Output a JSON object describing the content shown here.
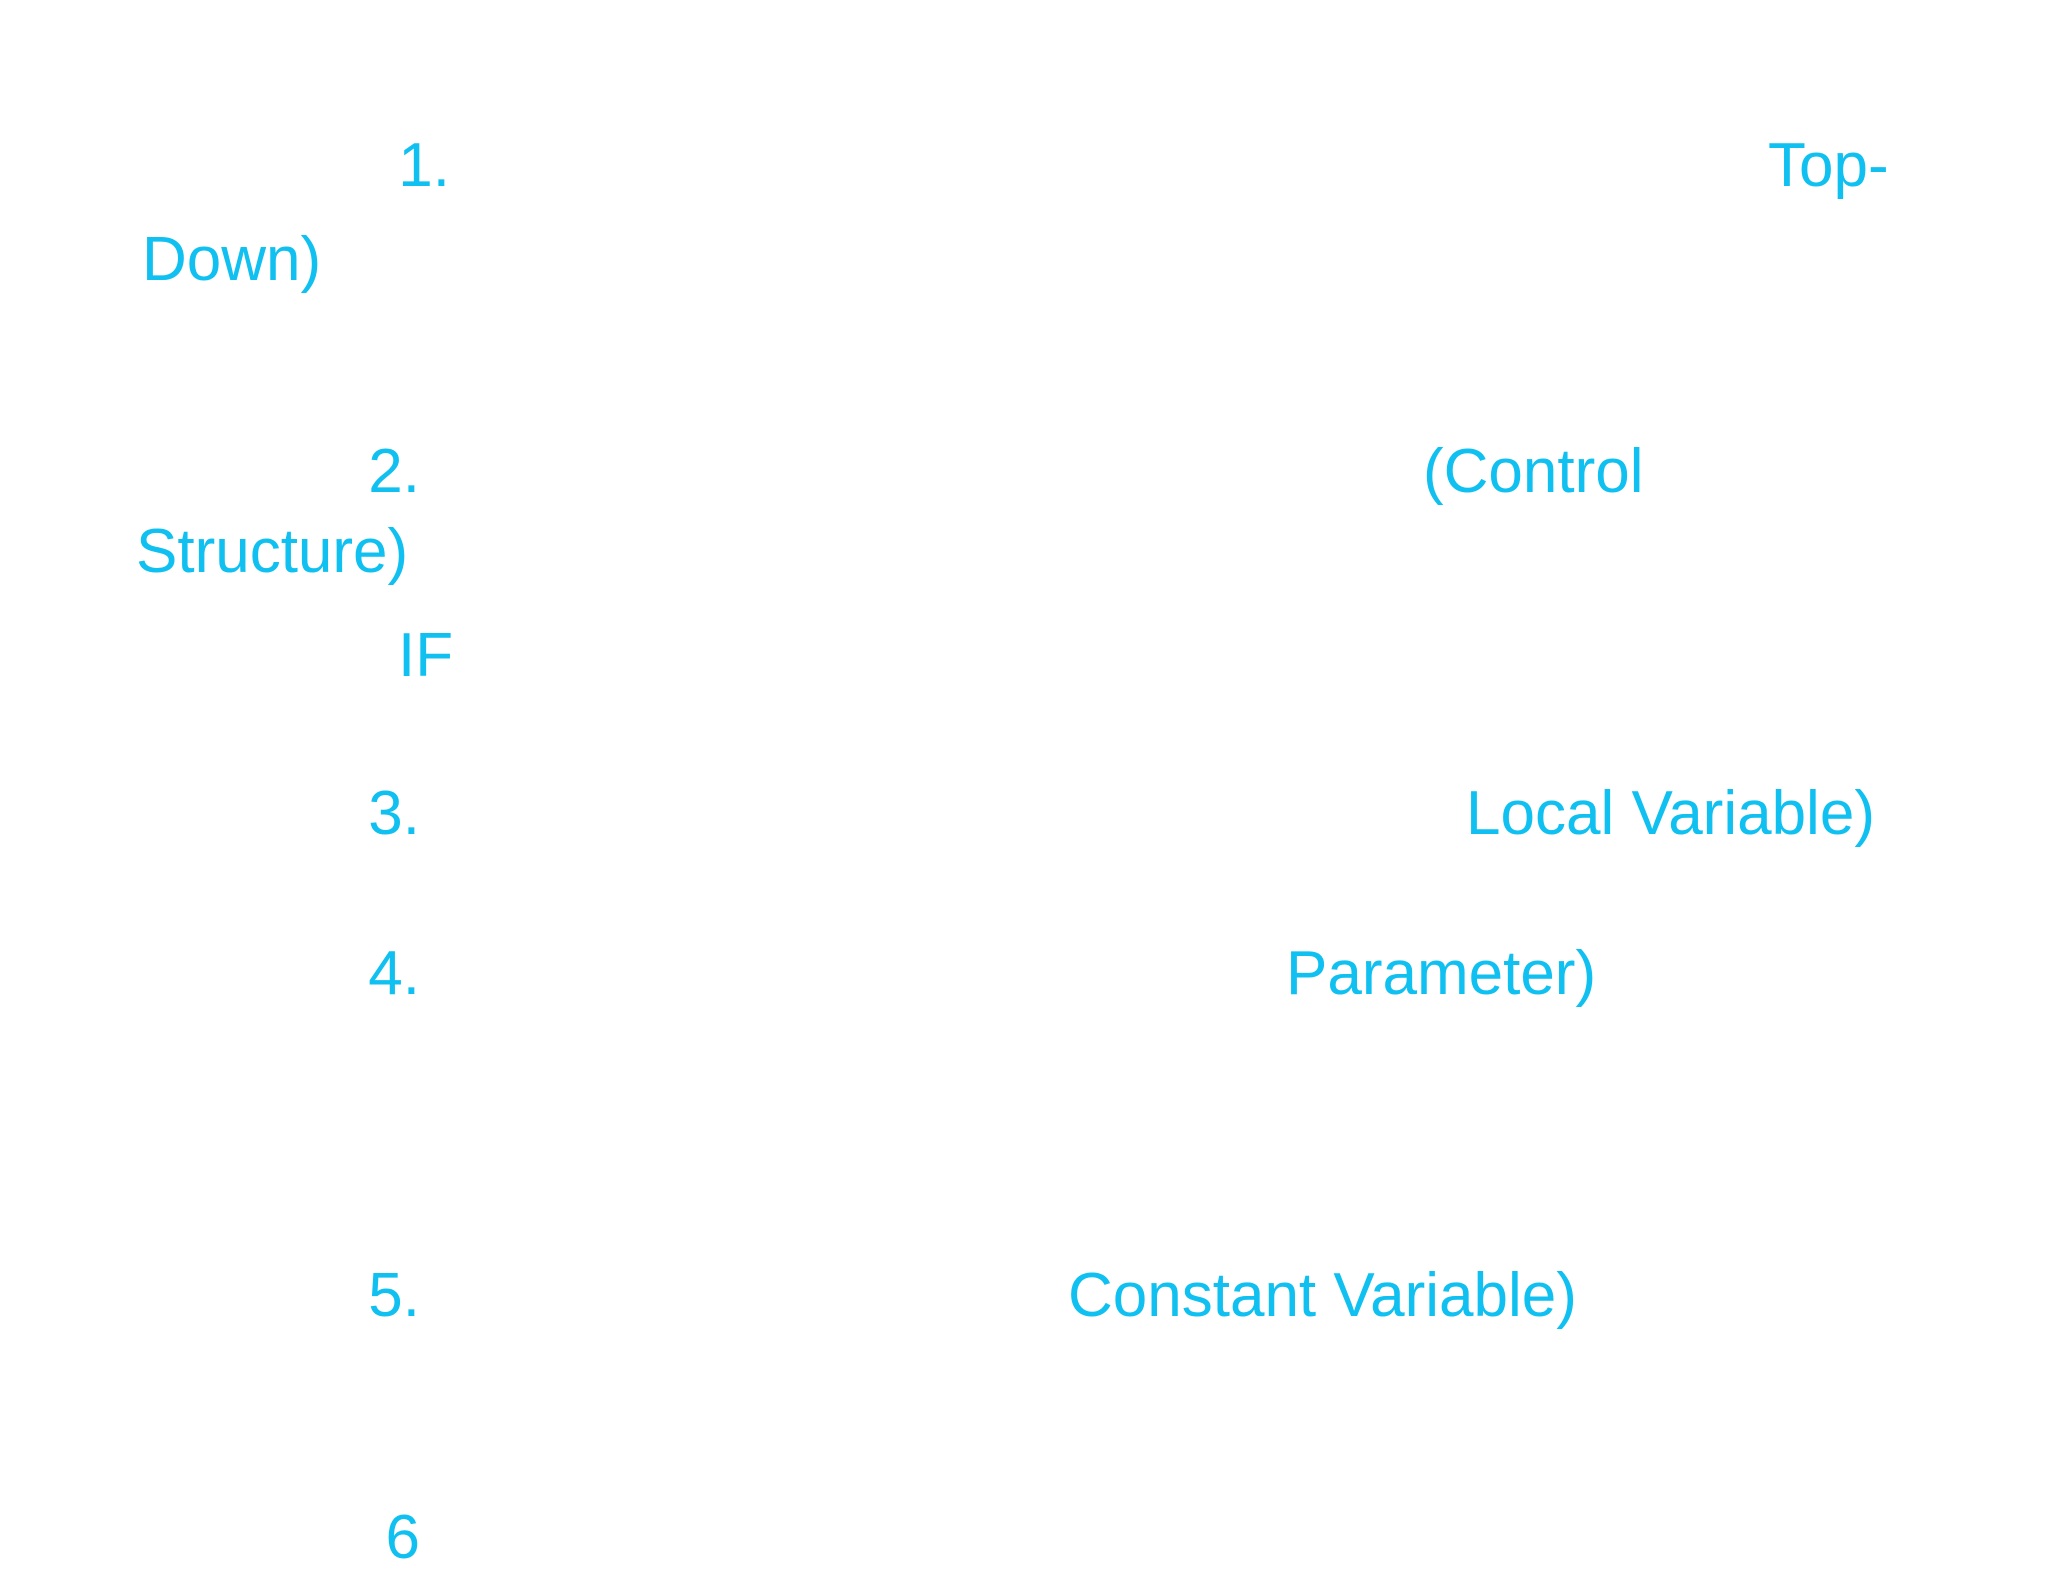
{
  "slide": {
    "background_color": "#ffffff",
    "text_color": "#0fc0f0",
    "items": [
      {
        "number": "1.",
        "trailing": "Top-",
        "wrap": "Down)"
      },
      {
        "number": "2.",
        "trailing": "(Control",
        "wrap": "Structure)",
        "sub": "IF"
      },
      {
        "number": "3.",
        "trailing": "Local Variable)",
        "wrap": ""
      },
      {
        "number": "4.",
        "trailing": "Parameter)",
        "wrap": ""
      },
      {
        "number": "5.",
        "trailing": "Constant Variable)",
        "wrap": ""
      },
      {
        "number": "6",
        "trailing": "",
        "wrap": ""
      }
    ]
  }
}
